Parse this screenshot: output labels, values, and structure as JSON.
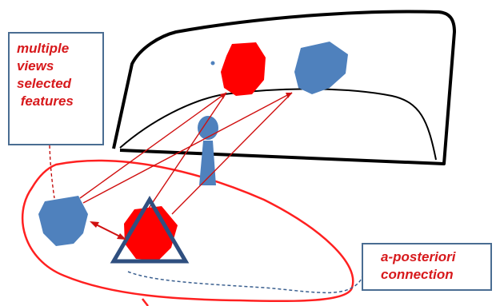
{
  "annotations": {
    "top_left": {
      "lines": [
        "multiple",
        "views",
        "selected",
        " features"
      ]
    },
    "bottom_right": {
      "lines": [
        "a-posteriori",
        "connection"
      ]
    }
  },
  "colors": {
    "red": "#ff0000",
    "blue": "#4f81bd",
    "triangle": "#2f4f7f",
    "text": "#d7191c",
    "link_red": "#c00000",
    "dashed_blue": "#3a5f8f"
  }
}
